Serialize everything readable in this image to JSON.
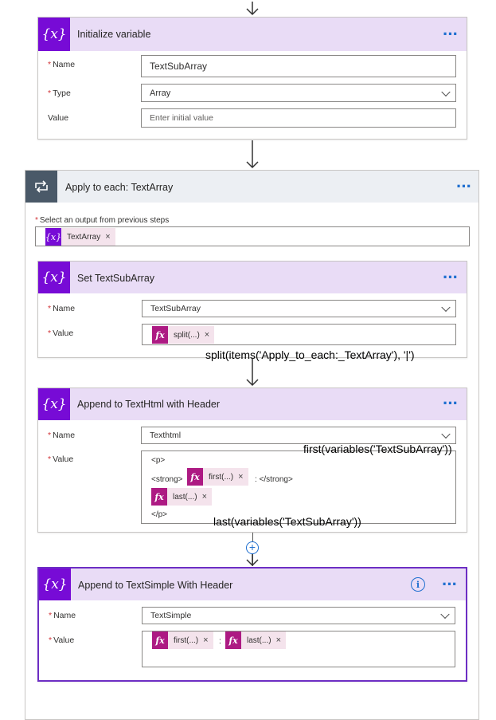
{
  "init_variable": {
    "title": "Initialize variable",
    "name_label": "Name",
    "name_value": "TextSubArray",
    "type_label": "Type",
    "type_value": "Array",
    "value_label": "Value",
    "value_placeholder": "Enter initial value"
  },
  "apply_each": {
    "title": "Apply to each: TextArray",
    "select_label": "Select an output from previous steps",
    "token_label": "TextArray"
  },
  "set_var": {
    "title": "Set TextSubArray",
    "name_label": "Name",
    "name_value": "TextSubArray",
    "value_label": "Value",
    "token_label": "split(...)",
    "annotation": "split(items('Apply_to_each:_TextArray'), '|')"
  },
  "append_html": {
    "title": "Append to TextHtml with Header",
    "name_label": "Name",
    "name_value": "Texthtml",
    "value_label": "Value",
    "line1": "<p>",
    "line2_prefix": "<strong>",
    "token_first": "first(...)",
    "line2_suffix": ": </strong>",
    "token_last": "last(...)",
    "line4": "</p>",
    "annotation_first": "first(variables('TextSubArray'))",
    "annotation_last": "last(variables('TextSubArray'))"
  },
  "append_simple": {
    "title": "Append to TextSimple With Header",
    "name_label": "Name",
    "name_value": "TextSimple",
    "value_label": "Value",
    "token_first": "first(...)",
    "separator": ":",
    "token_last": "last(...)"
  },
  "common": {
    "required_mark": "*",
    "token_close": "×",
    "fx_glyph": "fx",
    "var_glyph": "{x}",
    "more_glyph": "···",
    "info_glyph": "i",
    "plus_glyph": "+"
  },
  "colors": {
    "variable_accent": "#770bd6",
    "variable_header": "#e9dcf6",
    "expression_token": "#ad1a83",
    "loop_icon": "#4a5968",
    "link_blue": "#1f6fd0"
  }
}
